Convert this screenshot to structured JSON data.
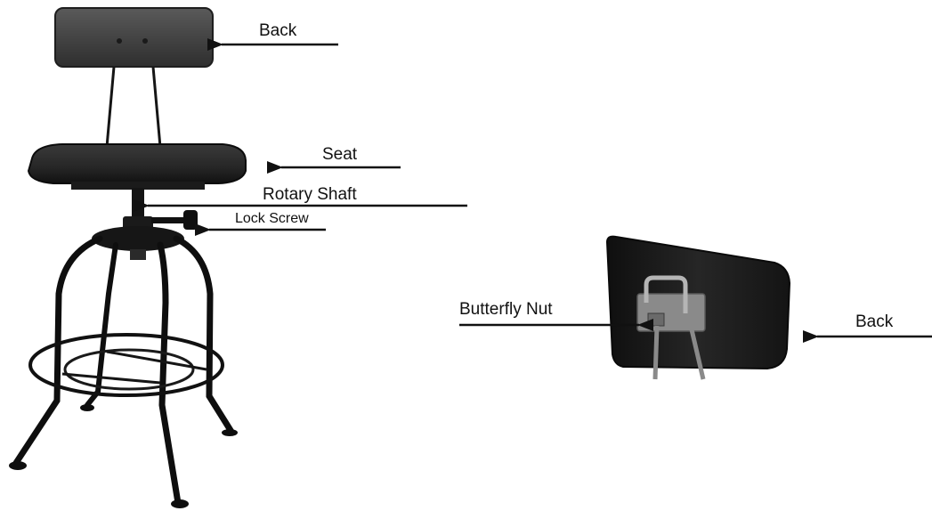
{
  "labels": {
    "back_top": "Back",
    "seat": "Seat",
    "rotary_shaft": "Rotary Shaft",
    "lock_screw": "Lock Screw",
    "butterfly_nut": "Butterfly Nut",
    "back_detail": "Back"
  },
  "colors": {
    "metal": "#111111",
    "wood_back": "#4a4a4a",
    "seat": "#2a2a2a",
    "detail_back": "#1c1c1c",
    "bracket": "#9a9a9a",
    "arrow": "#111111"
  }
}
